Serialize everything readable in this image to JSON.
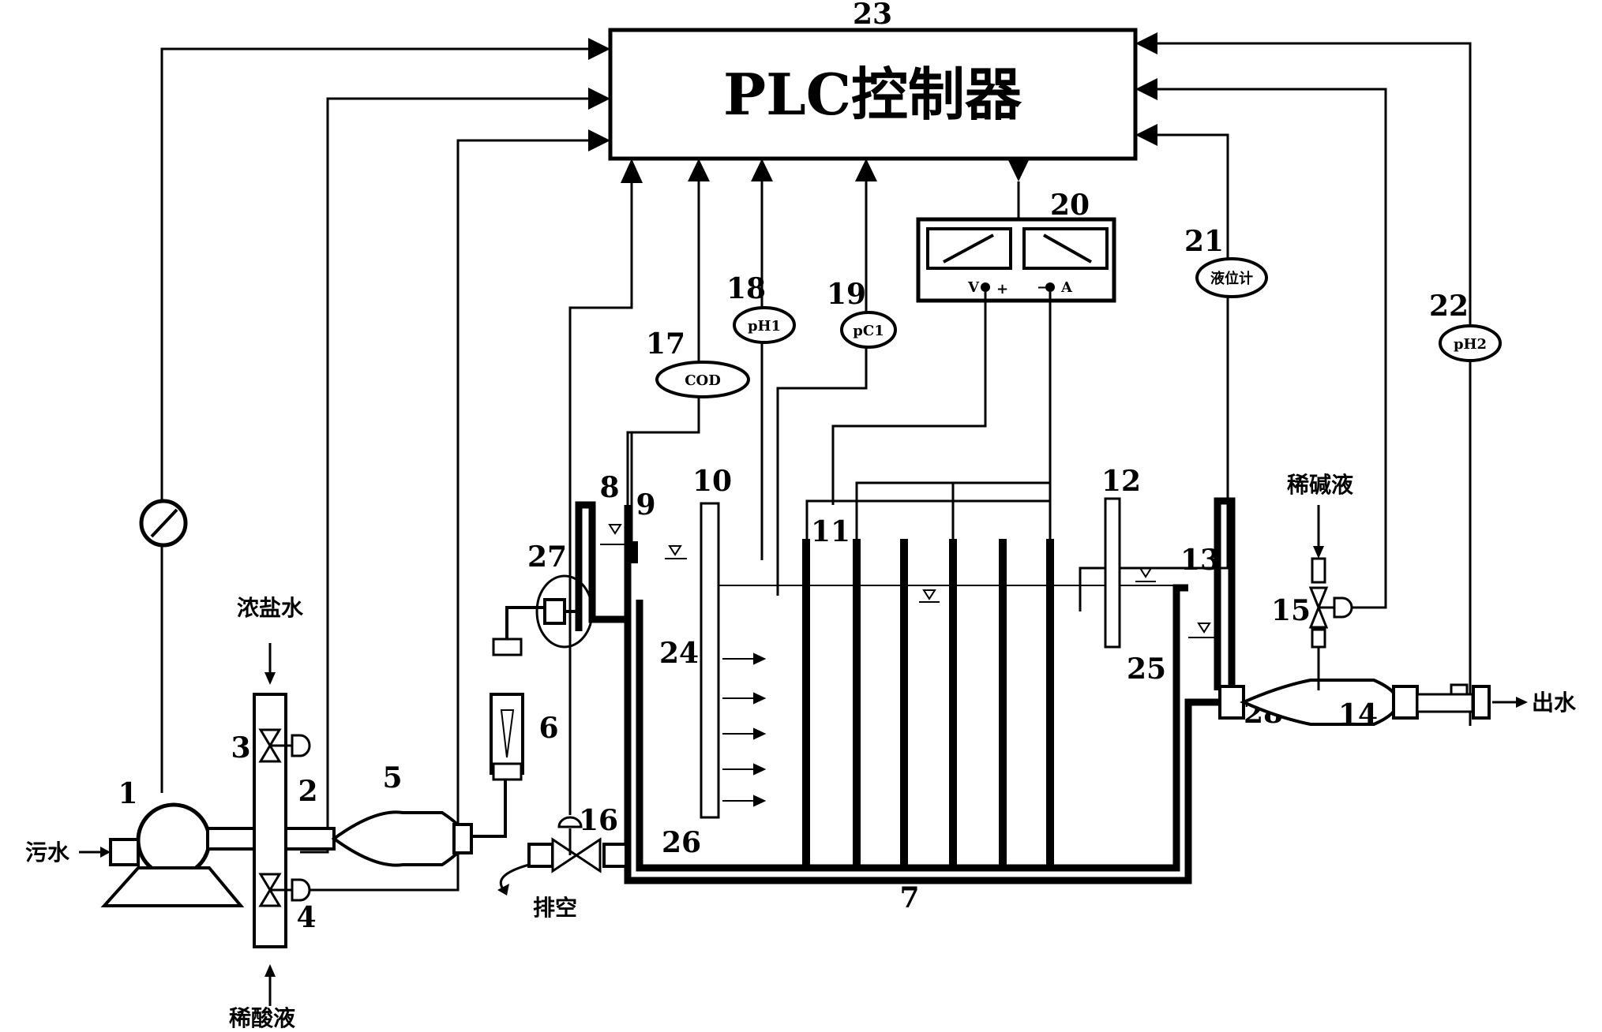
{
  "controller": {
    "number": "23",
    "title": "PLC控制器"
  },
  "part_numbers": {
    "n1": "1",
    "n2": "2",
    "n3": "3",
    "n4": "4",
    "n5": "5",
    "n6": "6",
    "n7": "7",
    "n8": "8",
    "n9": "9",
    "n10": "10",
    "n11": "11",
    "n12": "12",
    "n13": "13",
    "n14": "14",
    "n15": "15",
    "n16": "16",
    "n17": "17",
    "n18": "18",
    "n19": "19",
    "n20": "20",
    "n21": "21",
    "n22": "22",
    "n24": "24",
    "n25": "25",
    "n26": "26",
    "n27": "27",
    "n28": "28"
  },
  "sensors": {
    "cod": "COD",
    "ph1": "pH1",
    "pcl": "pC1",
    "level": "液位计",
    "ph2": "pH2"
  },
  "meter": {
    "v_label": "V",
    "plus": "+",
    "minus": "−",
    "a_label": "A"
  },
  "flows": {
    "sewage": "污水",
    "brine": "浓盐水",
    "dilute_acid": "稀酸液",
    "dilute_alkali": "稀碱液",
    "outlet": "出水",
    "drain": "排空"
  }
}
